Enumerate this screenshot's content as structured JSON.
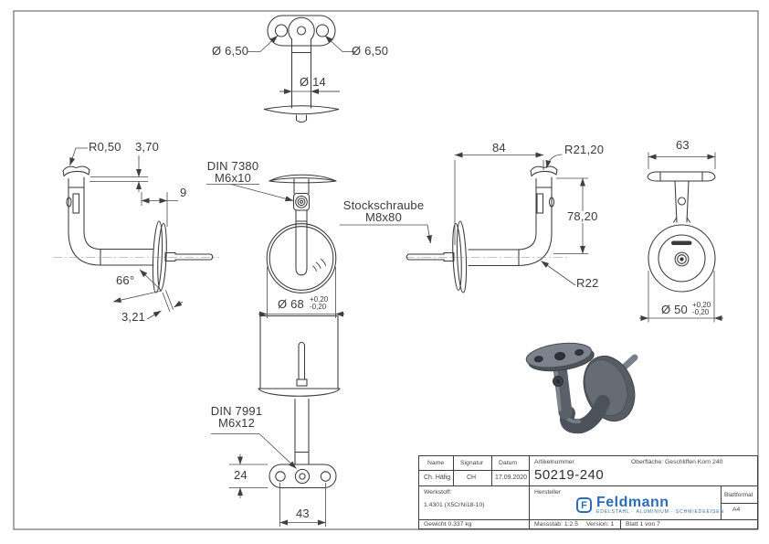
{
  "colors": {
    "line": "#3a3a3a",
    "dim_line": "#4a4a4a",
    "logo_blue": "#2e6db4"
  },
  "annotations": {
    "dia_top_left": "Ø 6,50",
    "dia_top_right": "Ø 6,50",
    "dia_stem": "Ø 14",
    "radius_saddle": "R0,50",
    "saddle_thickness": "3,70",
    "din_top_line1": "DIN 7380",
    "din_top_line2": "M6x10",
    "offset_9": "9",
    "stock_line1": "Stockschraube",
    "stock_line2": "M8x80",
    "angle_66": "66°",
    "plate_thickness": "3,21",
    "dia_68": "Ø 68",
    "tol68_plus": "+0,20",
    "tol68_minus": "-0,20",
    "dim_84": "84",
    "radius_2120": "R21,20",
    "dim_7820": "78,20",
    "radius_22": "R22",
    "dim_63": "63",
    "dia_50": "Ø 50",
    "tol50_plus": "+0,20",
    "tol50_minus": "-0,20",
    "din_bottom_line1": "DIN 7991",
    "din_bottom_line2": "M6x12",
    "dim_24": "24",
    "dim_43": "43"
  },
  "title_block": {
    "name_label": "Name",
    "signatur_label": "Signatur",
    "datum_label": "Datum",
    "name_value": "Ch. Häfig",
    "signatur_value": "CH",
    "datum_value": "17.09.2020",
    "artikelnummer_label": "Artikelnummer",
    "artikelnummer_value": "50219-240",
    "oberflaeche": "Oberfläche:  Geschliffen Korn 240",
    "werkstoff_label": "Werkstoff:",
    "werkstoff_value": "1.4301 (X5CrNi18-10)",
    "hersteller_label": "Hersteller",
    "blattformat_label": "Blattformat",
    "blattformat_value": "A4",
    "gewicht": "Gewicht 0.337 kg",
    "massstab": "Massstab: 1:2.5",
    "version": "Version: 1",
    "blatt": "Blatt 1 von 7",
    "logo_letter": "F",
    "logo_text": "Feldmann",
    "logo_tagline": "EDELSTAHL · ALUMINIUM · SCHMIEDEEISEN"
  }
}
